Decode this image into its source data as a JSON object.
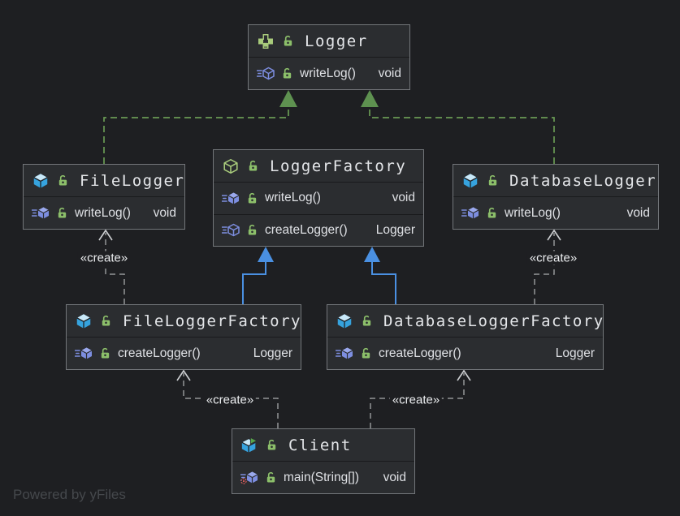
{
  "diagram": {
    "watermark": "Powered by yFiles",
    "colors": {
      "canvas_bg": "#1e1f22",
      "node_bg": "#2b2d30",
      "node_border": "#73767a",
      "text": "#dfe1e5",
      "implements_green": "#699a54",
      "extends_blue": "#4a90e2",
      "create_gray": "#939598",
      "interface_green": "#a9cc7c",
      "class_blue": "#36a3de",
      "method_purple": "#7d8ee0",
      "lock_green": "#8cbf6a",
      "run_badge_red": "#db5c5c"
    },
    "icons": {
      "logger_header": "interface-icon",
      "loggerFactory_header": "abstract-class-icon",
      "class_header": "class-icon",
      "client_header": "runnable-class-icon",
      "visibility": "lock-open-icon",
      "method": "method-icon",
      "abstract_method": "abstract-method-icon",
      "main_method": "main-method-icon"
    }
  },
  "labels": {
    "create": "«create»"
  },
  "nodes": {
    "logger": {
      "title": "Logger",
      "members": [
        {
          "name": "writeLog()",
          "type": "void"
        }
      ]
    },
    "fileLogger": {
      "title": "FileLogger",
      "members": [
        {
          "name": "writeLog()",
          "type": "void"
        }
      ]
    },
    "loggerFactory": {
      "title": "LoggerFactory",
      "members": [
        {
          "name": "writeLog()",
          "type": "void"
        },
        {
          "name": "createLogger()",
          "type": "Logger"
        }
      ]
    },
    "databaseLogger": {
      "title": "DatabaseLogger",
      "members": [
        {
          "name": "writeLog()",
          "type": "void"
        }
      ]
    },
    "fileLoggerFactory": {
      "title": "FileLoggerFactory",
      "members": [
        {
          "name": "createLogger()",
          "type": "Logger"
        }
      ]
    },
    "databaseLoggerFactory": {
      "title": "DatabaseLoggerFactory",
      "members": [
        {
          "name": "createLogger()",
          "type": "Logger"
        }
      ]
    },
    "client": {
      "title": "Client",
      "members": [
        {
          "name": "main(String[])",
          "type": "void"
        }
      ]
    }
  }
}
